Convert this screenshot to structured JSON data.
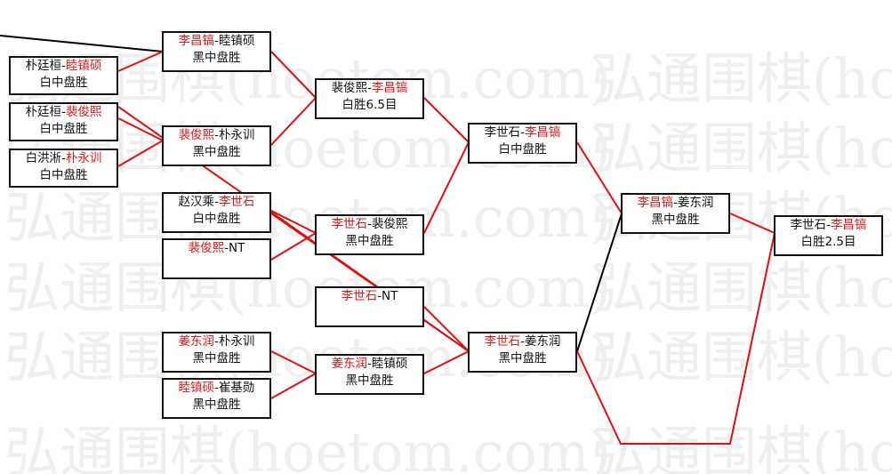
{
  "watermark": {
    "text": "弘通围棋(hoetom.com)",
    "color": "#efefef"
  },
  "colors": {
    "winner_text": "#e01818",
    "winner_line": "#e01010",
    "loser_line": "#000000",
    "box_border": "#111111"
  },
  "matches": {
    "r1m1": {
      "p1": "朴廷桓",
      "sep": "-",
      "p2": "睦镇硕",
      "winner": "p2",
      "result": "白中盘胜"
    },
    "r1m2": {
      "p1": "朴廷桓",
      "sep": "-",
      "p2": "裴俊熙",
      "winner": "p2",
      "result": "白中盘胜"
    },
    "r1m3": {
      "p1": "白洪淅",
      "sep": "-",
      "p2": "朴永训",
      "winner": "p2",
      "result": "白中盘胜"
    },
    "r2m1": {
      "p1": "李昌镐",
      "sep": "-",
      "p2": "睦镇硕",
      "winner": "p1",
      "result": "黑中盘胜"
    },
    "r2m2": {
      "p1": "裴俊熙",
      "sep": "-",
      "p2": "朴永训",
      "winner": "p1",
      "result": "黑中盘胜"
    },
    "r2m3": {
      "p1": "赵汉乘",
      "sep": "-",
      "p2": "李世石",
      "winner": "p2",
      "result": "白中盘胜"
    },
    "r2m4": {
      "p1": "裴俊熙",
      "sep": "-",
      "p2": "NT",
      "winner": "p1",
      "result": ""
    },
    "r2m5": {
      "p1": "姜东润",
      "sep": "-",
      "p2": "朴永训",
      "winner": "p1",
      "result": "黑中盘胜"
    },
    "r2m6": {
      "p1": "睦镇硕",
      "sep": "-",
      "p2": "崔基勋",
      "winner": "p1",
      "result": "黑中盘胜"
    },
    "r3m1": {
      "p1": "裴俊熙",
      "sep": "-",
      "p2": "李昌镐",
      "winner": "p2",
      "result": "白胜6.5目"
    },
    "r3m2": {
      "p1": "李世石",
      "sep": "-",
      "p2": "裴俊熙",
      "winner": "p1",
      "result": "黑中盘胜"
    },
    "r3m3": {
      "p1": "李世石",
      "sep": "-",
      "p2": "NT",
      "winner": "p1",
      "result": ""
    },
    "r3m4": {
      "p1": "姜东润",
      "sep": "-",
      "p2": "睦镇硕",
      "winner": "p1",
      "result": "黑中盘胜"
    },
    "r4m1": {
      "p1": "李世石",
      "sep": "-",
      "p2": "李昌镐",
      "winner": "p2",
      "result": "白中盘胜"
    },
    "r4m2": {
      "p1": "李世石",
      "sep": "-",
      "p2": "姜东润",
      "winner": "p1",
      "result": "黑中盘胜"
    },
    "r5m1": {
      "p1": "李昌镐",
      "sep": "-",
      "p2": "姜东润",
      "winner": "p1",
      "result": "黑中盘胜"
    },
    "r6m1": {
      "p1": "李世石",
      "sep": "-",
      "p2": "李昌镐",
      "winner": "p2",
      "result": "白胜2.5目"
    }
  }
}
